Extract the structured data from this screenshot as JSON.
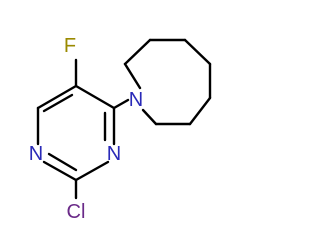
{
  "molecule": {
    "name": "",
    "atoms": {
      "fluorine": {
        "symbol": "F",
        "color": "#9a8a00"
      },
      "chlorine": {
        "symbol": "Cl",
        "color": "#6a2a88"
      },
      "ring_n1": {
        "symbol": "N",
        "color": "#2a2ab8"
      },
      "ring_n3": {
        "symbol": "N",
        "color": "#2a2ab8"
      },
      "azepane_n": {
        "symbol": "N",
        "color": "#2a2ab8"
      }
    }
  }
}
